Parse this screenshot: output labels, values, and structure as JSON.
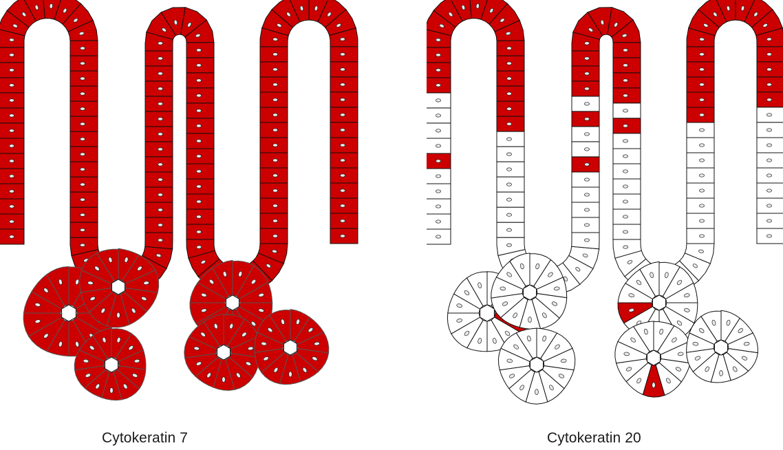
{
  "colors": {
    "stain": "#cc0000",
    "unstained": "#ffffff",
    "outline": "#111111",
    "nucleus": "#e9e9e9"
  },
  "panels": [
    {
      "caption": "Cytokeratin 7",
      "staining": "diffuse"
    },
    {
      "caption": "Cytokeratin 20",
      "staining": "patchy"
    }
  ]
}
